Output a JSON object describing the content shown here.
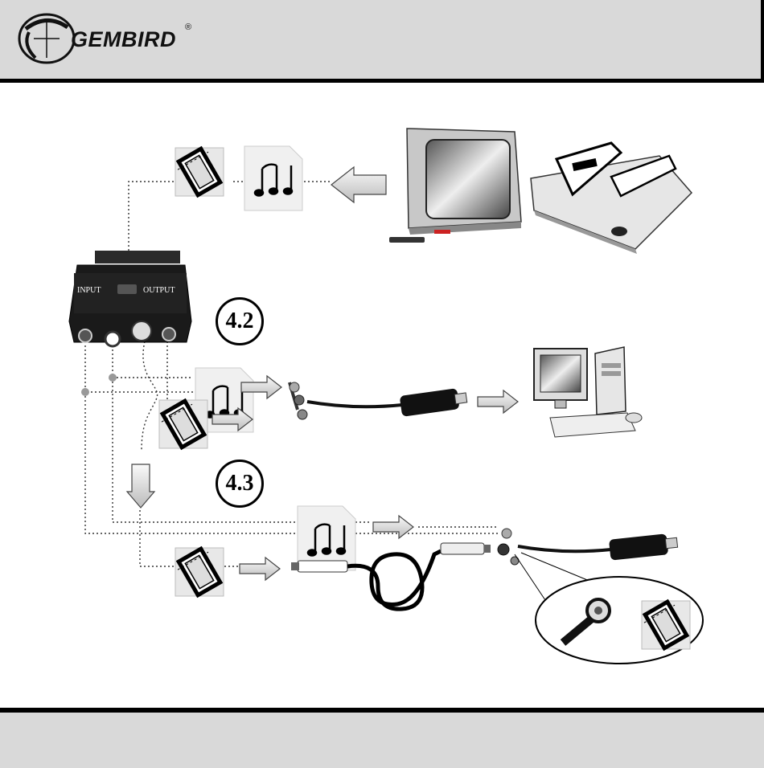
{
  "header": {
    "logo_text": "GEMBIRD",
    "logo_mark": "®"
  },
  "adapter": {
    "input_label": "INPUT",
    "output_label": "OUTPUT"
  },
  "sections": {
    "s42": "4.2",
    "s43": "4.3"
  },
  "icons": {
    "film": "film-icon",
    "music": "music-note-icon",
    "arrow": "arrow-icon"
  },
  "colors": {
    "header_bg": "#d9d9d9",
    "border": "#000000",
    "connector_dot": "#999999"
  }
}
